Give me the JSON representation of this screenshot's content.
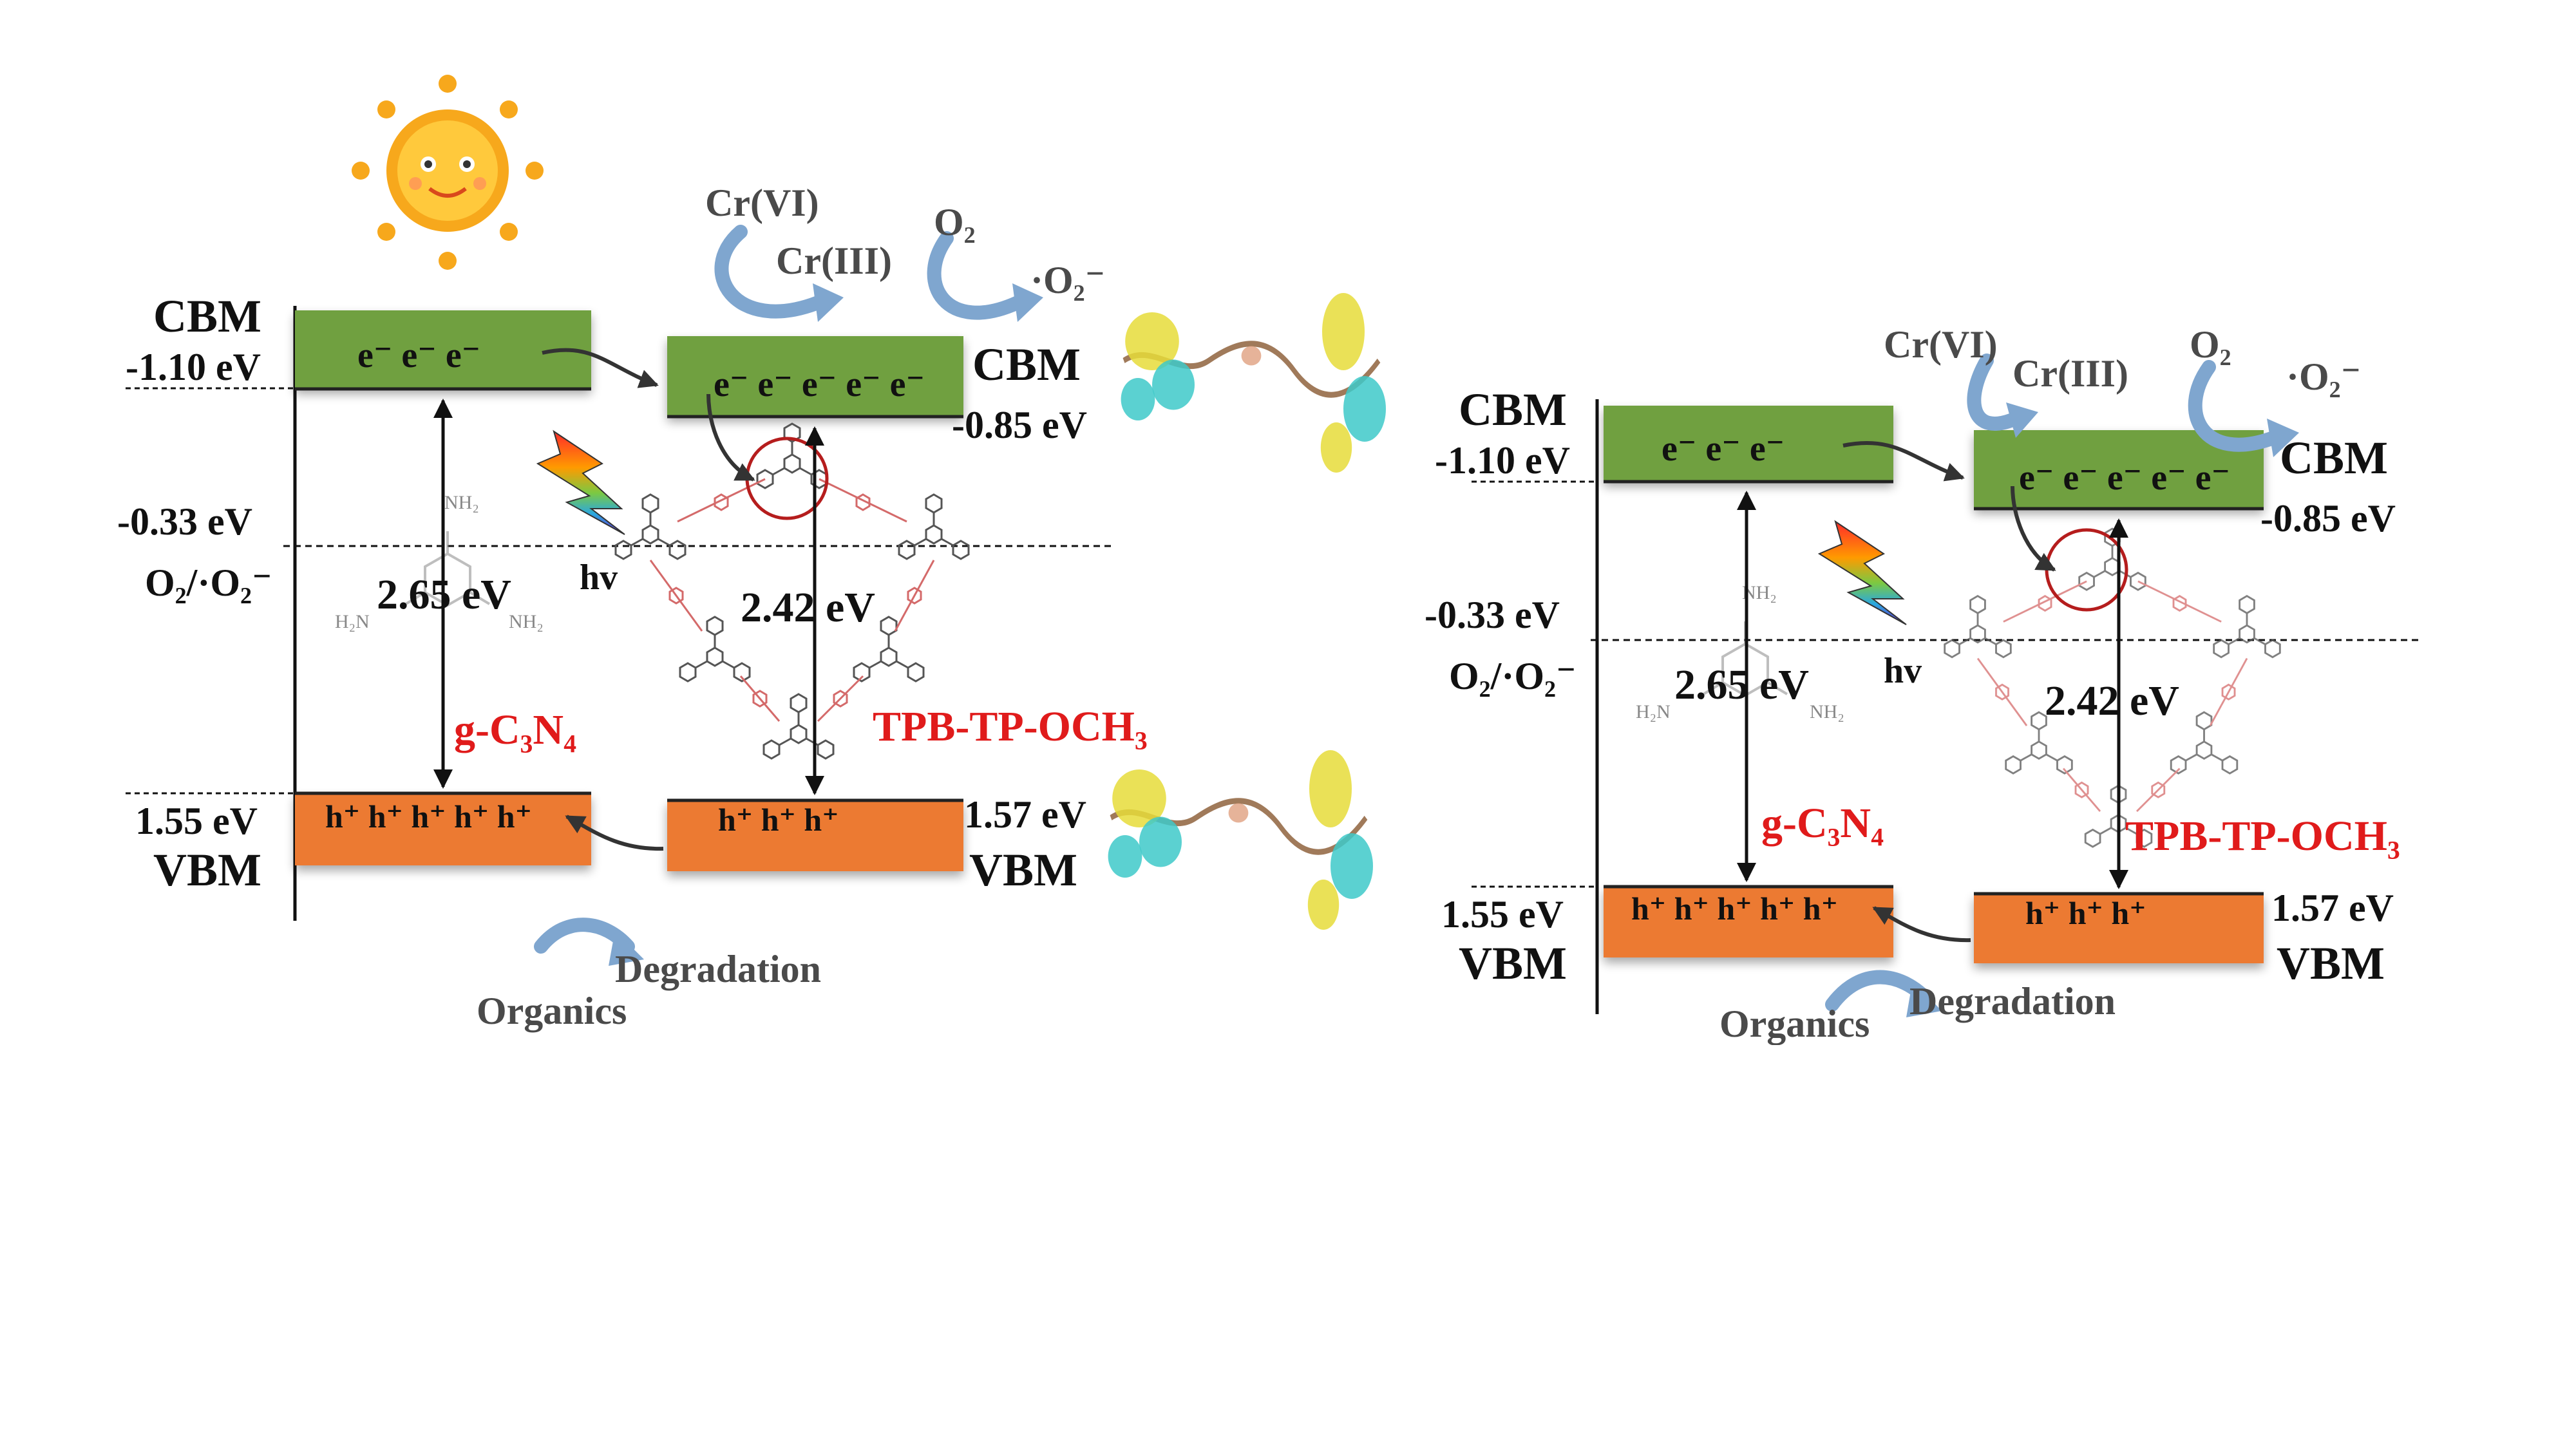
{
  "colors": {
    "cbm_band": "#70a040",
    "vbm_band": "#ec7a30",
    "label_red": "#e01b1b",
    "arrow_blue": "#7fa6cf",
    "sun": "#f7a81c",
    "circle": "#b51d1d"
  },
  "icons": [
    "sun-icon",
    "lightning-icon",
    "molecule-structure",
    "orbital-density-icon"
  ],
  "panel_left": {
    "cbm_label": "CBM",
    "vbm_label": "VBM",
    "cbm_left_value": "-1.10 eV",
    "vbm_left_value": "1.55 eV",
    "cbm_right_label": "CBM",
    "vbm_right_label": "VBM",
    "cbm_right_value": "-0.85 eV",
    "vbm_right_value": "1.57 eV",
    "redox_value": "-0.33 eV",
    "redox_couple": "O₂/·O₂⁻",
    "gap_left": "2.65 eV",
    "gap_right": "2.42 eV",
    "material_left": "g-C₃N₄",
    "material_right": "TPB-TP-OCH₃",
    "hv": "hv",
    "cr6": "Cr(VI)",
    "cr3": "Cr(III)",
    "o2": "O₂",
    "superoxide": "·O₂⁻",
    "organics": "Organics",
    "degradation": "Degradation",
    "electrons_left": "e⁻   e⁻   e⁻",
    "electrons_right": "e⁻ e⁻ e⁻ e⁻ e⁻",
    "holes_left": "h⁺ h⁺ h⁺ h⁺ h⁺",
    "holes_right": "h⁺    h⁺    h⁺",
    "nh2": "NH₂",
    "h2n": "H₂N"
  },
  "panel_right": {
    "cbm_label": "CBM",
    "vbm_label": "VBM",
    "cbm_left_value": "-1.10 eV",
    "vbm_left_value": "1.55 eV",
    "cbm_right_label": "CBM",
    "vbm_right_label": "VBM",
    "cbm_right_value": "-0.85 eV",
    "vbm_right_value": "1.57 eV",
    "redox_value": "-0.33 eV",
    "redox_couple": "O₂/·O₂⁻",
    "gap_left": "2.65 eV",
    "gap_right": "2.42 eV",
    "material_left": "g-C₃N₄",
    "material_right": "TPB-TP-OCH₃",
    "hv": "hv",
    "cr6": "Cr(VI)",
    "cr3": "Cr(III)",
    "o2": "O₂",
    "superoxide": "·O₂⁻",
    "organics": "Organics",
    "degradation": "Degradation",
    "electrons_left": "e⁻   e⁻   e⁻",
    "electrons_right": "e⁻ e⁻ e⁻ e⁻ e⁻",
    "holes_left": "h⁺ h⁺ h⁺ h⁺ h⁺",
    "holes_right": "h⁺    h⁺    h⁺",
    "nh2": "NH₂",
    "h2n": "H₂N"
  }
}
